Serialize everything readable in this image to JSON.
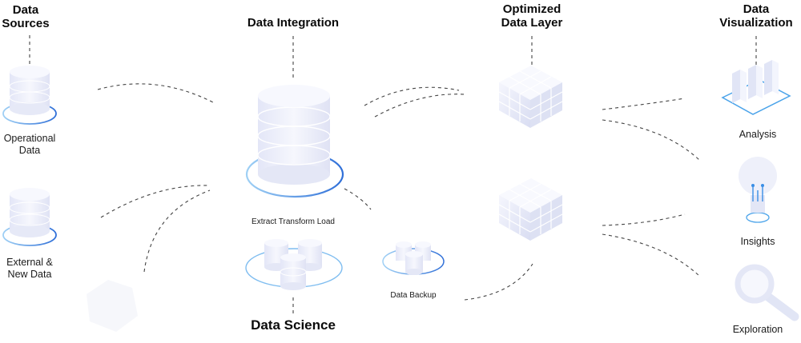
{
  "headings": {
    "data_sources": [
      "Data",
      "Sources"
    ],
    "data_integration": "Data Integration",
    "optimized_data_layer": [
      "Optimized",
      "Data Layer"
    ],
    "data_visualization": [
      "Data",
      "Visualization"
    ],
    "data_science": "Data Science"
  },
  "nodes": {
    "operational_data": [
      "Operational",
      "Data"
    ],
    "external_new_data": [
      "External &",
      "New Data"
    ],
    "etl": "Extract Transform Load",
    "data_backup": "Data Backup",
    "analysis": "Analysis",
    "insights": "Insights",
    "exploration": "Exploration"
  },
  "icons": {
    "operational_data": "database-icon",
    "external_new_data": "database-icon",
    "data_integration": "large-database-icon",
    "data_science": "database-cluster-icon",
    "data_backup": "database-cluster-icon",
    "optimized_layer_top": "cube-grid-icon",
    "optimized_layer_bottom": "cube-grid-icon",
    "analysis": "bar-chart-icon",
    "insights": "lightbulb-icon",
    "exploration": "magnifier-icon"
  },
  "colors": {
    "accent": "#3a8ee6",
    "cylinder": "#eef0fb",
    "connector": "#444444"
  }
}
